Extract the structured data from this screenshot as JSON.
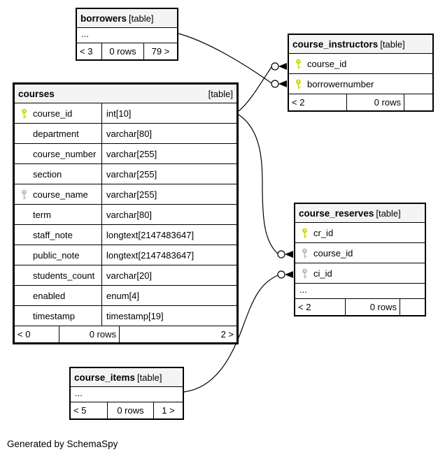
{
  "generated_by": "Generated by SchemaSpy",
  "colors": {
    "header_bg": "#f4f4f4",
    "key_primary": "#ccd600",
    "key_index": "#b9b9b9",
    "line": "#000000"
  },
  "tables": {
    "borrowers": {
      "name": "borrowers",
      "tag": "[table]",
      "ellipsis": "...",
      "footer": {
        "left": "< 3",
        "middle": "0 rows",
        "right": "79 >"
      }
    },
    "course_instructors": {
      "name": "course_instructors",
      "tag": "[table]",
      "columns": [
        {
          "name": "course_id",
          "key": "primary"
        },
        {
          "name": "borrowernumber",
          "key": "primary"
        }
      ],
      "footer": {
        "left": "< 2",
        "middle": "0 rows",
        "right": ""
      }
    },
    "courses": {
      "name": "courses",
      "tag": "[table]",
      "columns": [
        {
          "name": "course_id",
          "type": "int[10]",
          "key": "primary"
        },
        {
          "name": "department",
          "type": "varchar[80]",
          "key": null
        },
        {
          "name": "course_number",
          "type": "varchar[255]",
          "key": null
        },
        {
          "name": "section",
          "type": "varchar[255]",
          "key": null
        },
        {
          "name": "course_name",
          "type": "varchar[255]",
          "key": "index"
        },
        {
          "name": "term",
          "type": "varchar[80]",
          "key": null
        },
        {
          "name": "staff_note",
          "type": "longtext[2147483647]",
          "key": null
        },
        {
          "name": "public_note",
          "type": "longtext[2147483647]",
          "key": null
        },
        {
          "name": "students_count",
          "type": "varchar[20]",
          "key": null
        },
        {
          "name": "enabled",
          "type": "enum[4]",
          "key": null
        },
        {
          "name": "timestamp",
          "type": "timestamp[19]",
          "key": null
        }
      ],
      "footer": {
        "left": "< 0",
        "middle": "0 rows",
        "right": "2 >"
      }
    },
    "course_reserves": {
      "name": "course_reserves",
      "tag": "[table]",
      "ellipsis": "...",
      "columns": [
        {
          "name": "cr_id",
          "key": "primary"
        },
        {
          "name": "course_id",
          "key": "index"
        },
        {
          "name": "ci_id",
          "key": "index"
        }
      ],
      "footer": {
        "left": "< 2",
        "middle": "0 rows",
        "right": ""
      }
    },
    "course_items": {
      "name": "course_items",
      "tag": "[table]",
      "ellipsis": "...",
      "footer": {
        "left": "< 5",
        "middle": "0 rows",
        "right": "1 >"
      }
    }
  },
  "relationships": [
    {
      "from": "borrowers",
      "to": "course_instructors.borrowernumber"
    },
    {
      "from": "courses.course_id",
      "to": "course_instructors.course_id"
    },
    {
      "from": "courses.course_id",
      "to": "course_reserves.course_id"
    },
    {
      "from": "course_items",
      "to": "course_reserves.ci_id"
    }
  ]
}
